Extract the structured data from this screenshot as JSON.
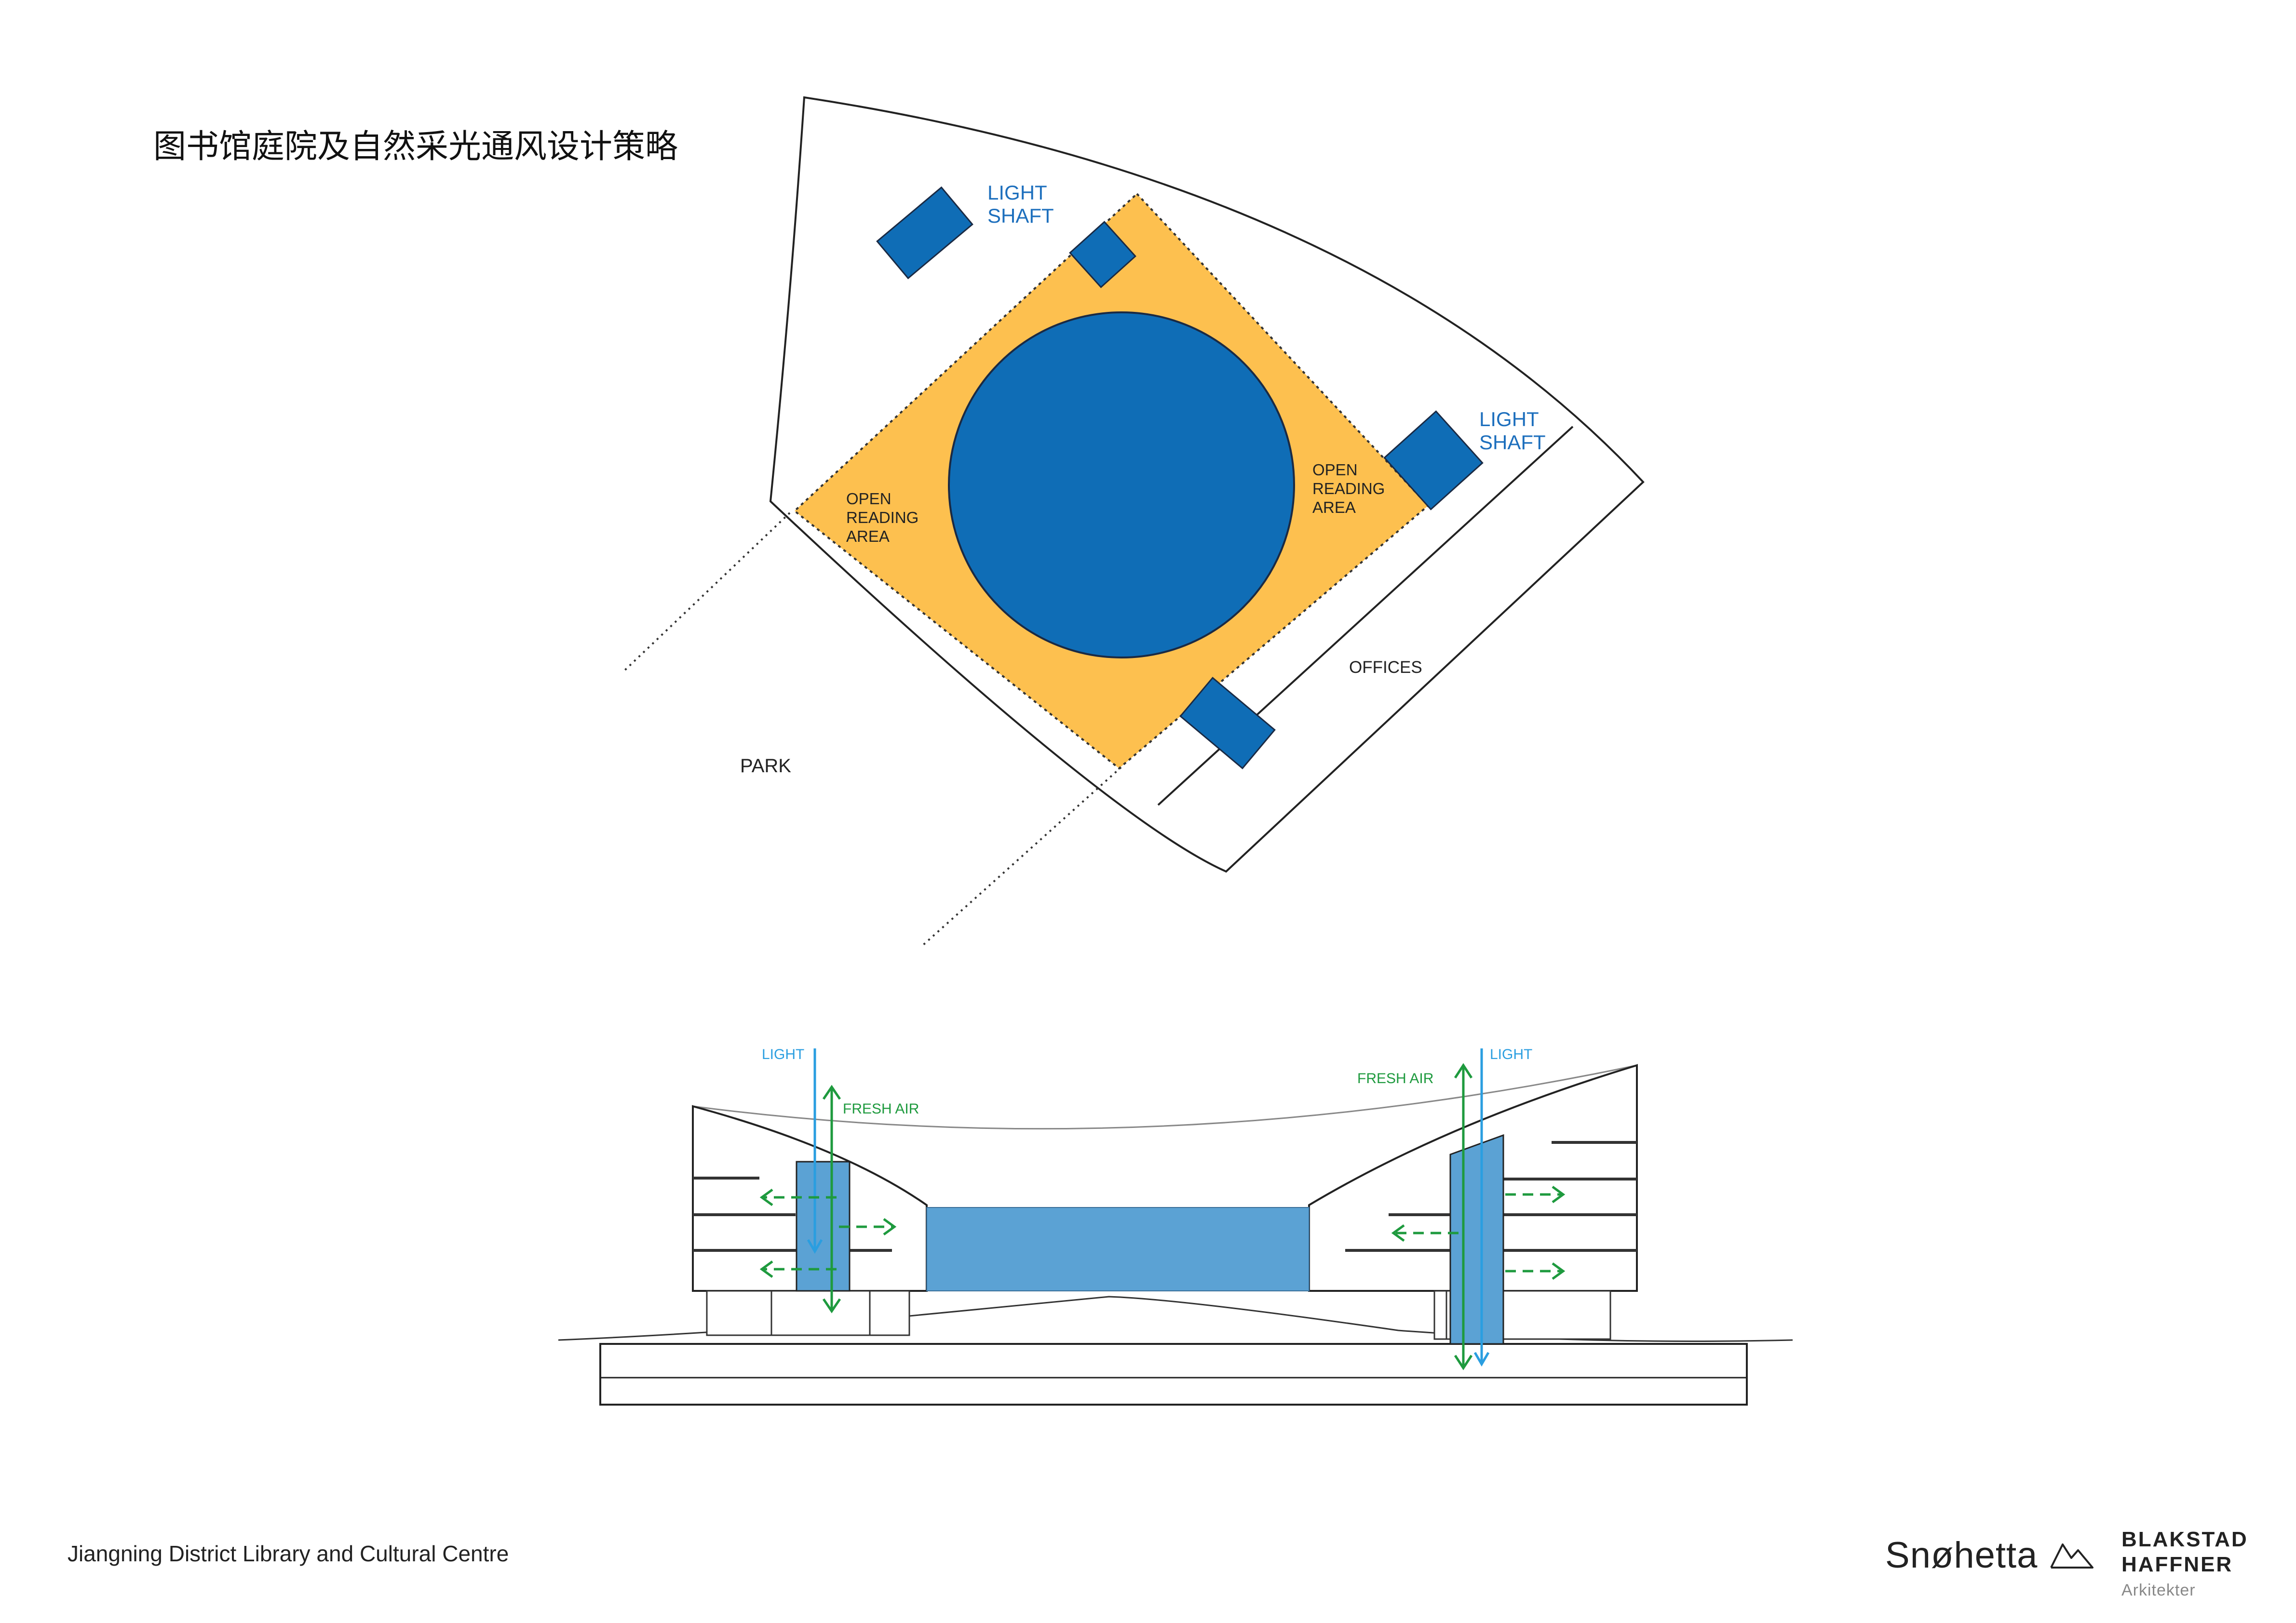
{
  "title": "图书馆庭院及自然采光通风设计策略",
  "plan": {
    "light_shaft_1": [
      "LIGHT",
      "SHAFT"
    ],
    "light_shaft_2": [
      "LIGHT",
      "SHAFT"
    ],
    "open_reading_left": [
      "OPEN",
      "READING",
      "AREA"
    ],
    "open_reading_right": [
      "OPEN",
      "READING",
      "AREA"
    ],
    "offices": "OFFICES",
    "park": "PARK"
  },
  "section": {
    "light_left": "LIGHT",
    "fresh_air_left": "FRESH AIR",
    "light_right": "LIGHT",
    "fresh_air_right": "FRESH AIR"
  },
  "footer": {
    "project": "Jiangning District Library and Cultural Centre",
    "logo_snohetta": "Snøhetta",
    "logo_line1": "BLAKSTAD",
    "logo_line2": "HAFFNER",
    "logo_line3": "Arkitekter"
  },
  "colors": {
    "blue": "#0f6db6",
    "orange": "#fdc04f",
    "section_blue": "#5ba2d4",
    "light_arrow": "#2a9ee0",
    "air_arrow": "#1e9a3e",
    "label_blue": "#1d6fbd"
  }
}
